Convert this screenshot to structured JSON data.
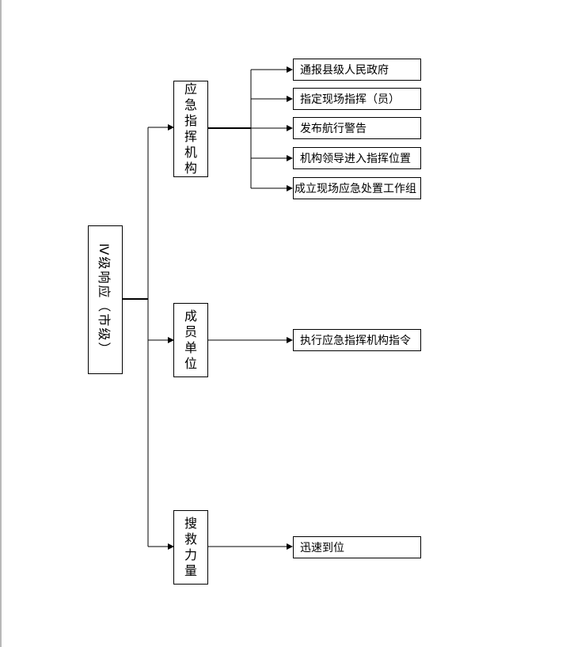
{
  "root": {
    "label": "Ⅳ级响应（市级）"
  },
  "mid": {
    "command": [
      "应",
      "急",
      "指",
      "挥",
      "机",
      "构"
    ],
    "members": [
      "成",
      "员",
      "单",
      "位"
    ],
    "rescue": [
      "搜",
      "救",
      "力",
      "量"
    ]
  },
  "leaves": {
    "command": [
      "通报县级人民政府",
      "指定现场指挥（员）",
      "发布航行警告",
      "机构领导进入指挥位置",
      "成立现场应急处置工作组"
    ],
    "members": [
      "执行应急指挥机构指令"
    ],
    "rescue": [
      "迅速到位"
    ]
  },
  "colors": {
    "line": "#000000",
    "border": "#000000"
  }
}
